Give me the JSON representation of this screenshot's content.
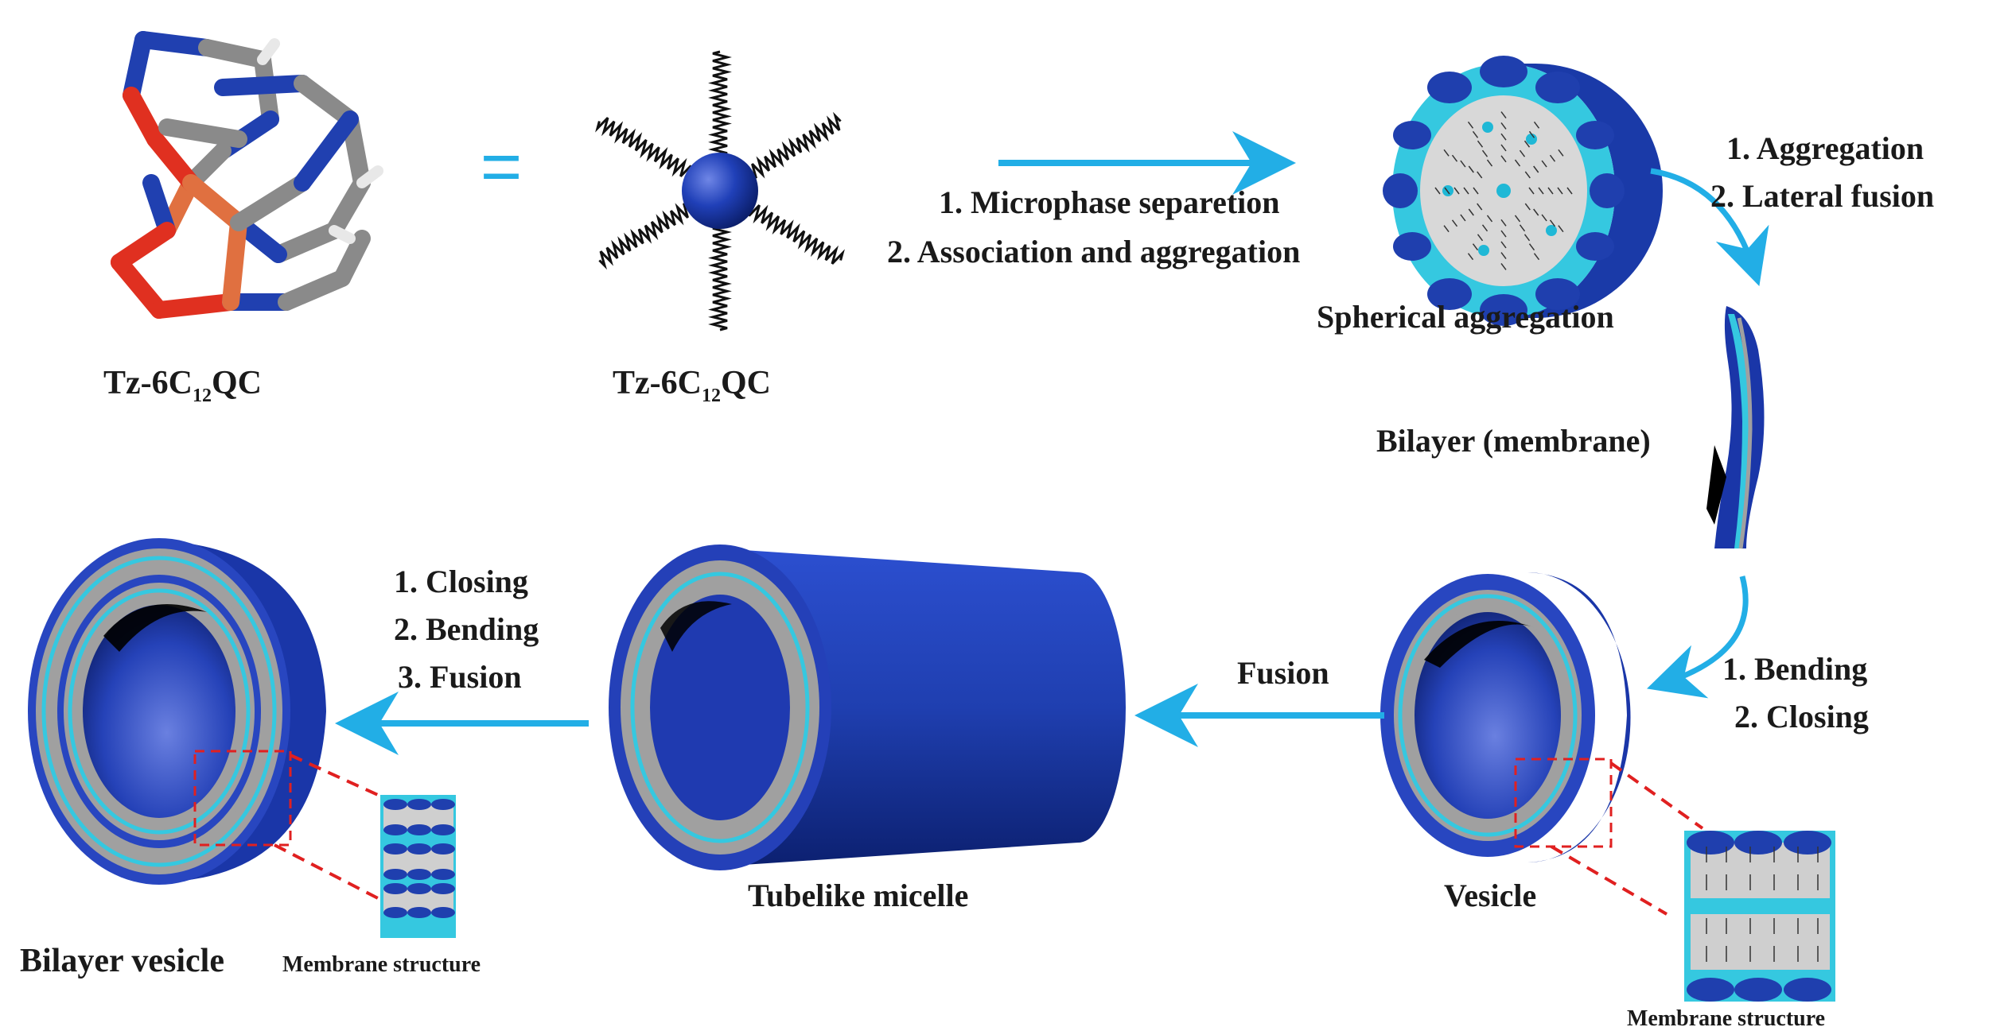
{
  "labels": {
    "molecule_left_label": "Tz-6C",
    "molecule_left_sub": "12",
    "molecule_left_suffix": "QC",
    "molecule_right_label": "Tz-6C",
    "molecule_right_sub": "12",
    "molecule_right_suffix": "QC",
    "equals_sign": "=",
    "step1_line1": "1. Microphase separetion",
    "step1_line2": "2. Association and aggregation",
    "spherical": "Spherical aggregation",
    "step2_line1": "1. Aggregation",
    "step2_line2": "2. Lateral fusion",
    "bilayer": "Bilayer (membrane)",
    "step3_line1": "1. Bending",
    "step3_line2": "2. Closing",
    "vesicle": "Vesicle",
    "membrane_structure_right": "Membrane structure",
    "fusion": "Fusion",
    "tubelike": "Tubelike micelle",
    "step4_line1": "1. Closing",
    "step4_line2": "2. Bending",
    "step4_line3": "3. Fusion",
    "bilayer_vesicle": "Bilayer vesicle",
    "membrane_structure_left": "Membrane structure"
  },
  "colors": {
    "arrow": "#22aee6",
    "deep_blue": "#1f3f9e",
    "dark_blue": "#0f2670",
    "grey": "#a0a0a0",
    "cyan": "#25c3d6",
    "light_cyan": "#3ed0e6",
    "dashed_red": "#e02020",
    "bond_blue": "#2040b0",
    "bond_red": "#e03020",
    "bond_orange": "#e07040",
    "bond_grey": "#8a8a8a"
  }
}
